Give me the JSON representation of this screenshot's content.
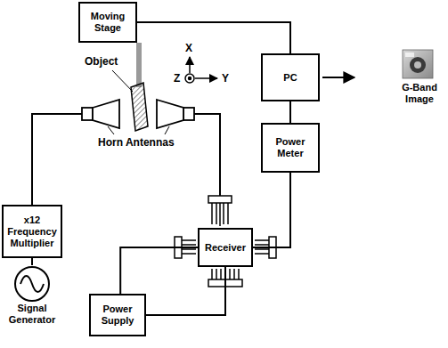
{
  "diagram": {
    "nodes": [
      {
        "text": [
          "Moving Stage"
        ]
      },
      {
        "text": [
          "PC"
        ]
      },
      {
        "text": [
          "Power Meter"
        ]
      },
      {
        "text": [
          "x12 Frequency Multiplier"
        ]
      },
      {
        "text": [
          "Receiver"
        ]
      },
      {
        "text": [
          "Signal Generator"
        ]
      },
      {
        "text": [
          "Power Supply"
        ]
      }
    ],
    "edges": [
      {
        "from": 0,
        "to": 1,
        "arrow": "none"
      },
      {
        "from": 1,
        "to": 2,
        "arrow": "none"
      },
      {
        "from": 2,
        "to": 4,
        "arrow": "none"
      },
      {
        "from": 5,
        "to": 3,
        "arrow": "none"
      },
      {
        "from": 6,
        "to": 4,
        "arrow": "none"
      },
      {
        "from": 6,
        "to": 4,
        "arrow": "none"
      }
    ],
    "labels": [
      "Object",
      "Horn Antennas",
      "X",
      "Y",
      "Z",
      "G-Band Image"
    ]
  }
}
